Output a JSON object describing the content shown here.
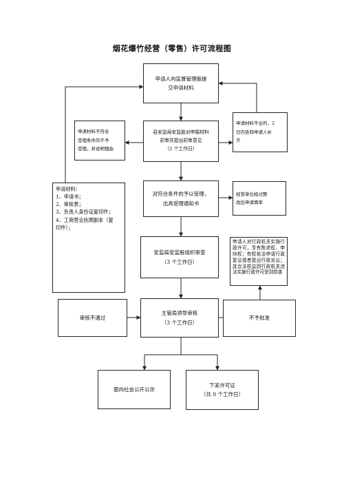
{
  "title": "烟花爆竹经营（零售）许可流程图",
  "boxes": {
    "apply": "申请人向监督管理股提\n交申请材料",
    "review": "县安监局安监股对申报材料\n初审并提出初审意见\n（2 个工作日）",
    "not_accepted": "申请材料不符合\n受理条件的不予\n受理，并说明理由",
    "incomplete": "申请材料不全的，2\n日内告知申请人补\n齐",
    "materials": "申请材料：\n1、申请书；\n2、审批表；\n3、负责人身份证复印件；\n4、工商营业执照副本（复\n印件）；",
    "accept": "对符合条件的予以受理，\n出具受理通知书",
    "site_check": "经营单位经过整\n改后申请再审",
    "org_review": "安监局安监股组织审查\n（3 个工作日）",
    "rights": "申请人对行政机关实施行政许可，享有陈述权、申辩权；有权依法申请行政复议或者提出行政诉讼；其合法权益因行政机关违法实施行政许可受到损害",
    "leader_review": "主管局领导审核\n（3 个工作日）",
    "failed": "审核不通过",
    "denied": "不予批准",
    "publicize": "面向社会公开公示",
    "issue": "下发许可证\n（共 8 个工作日）"
  }
}
